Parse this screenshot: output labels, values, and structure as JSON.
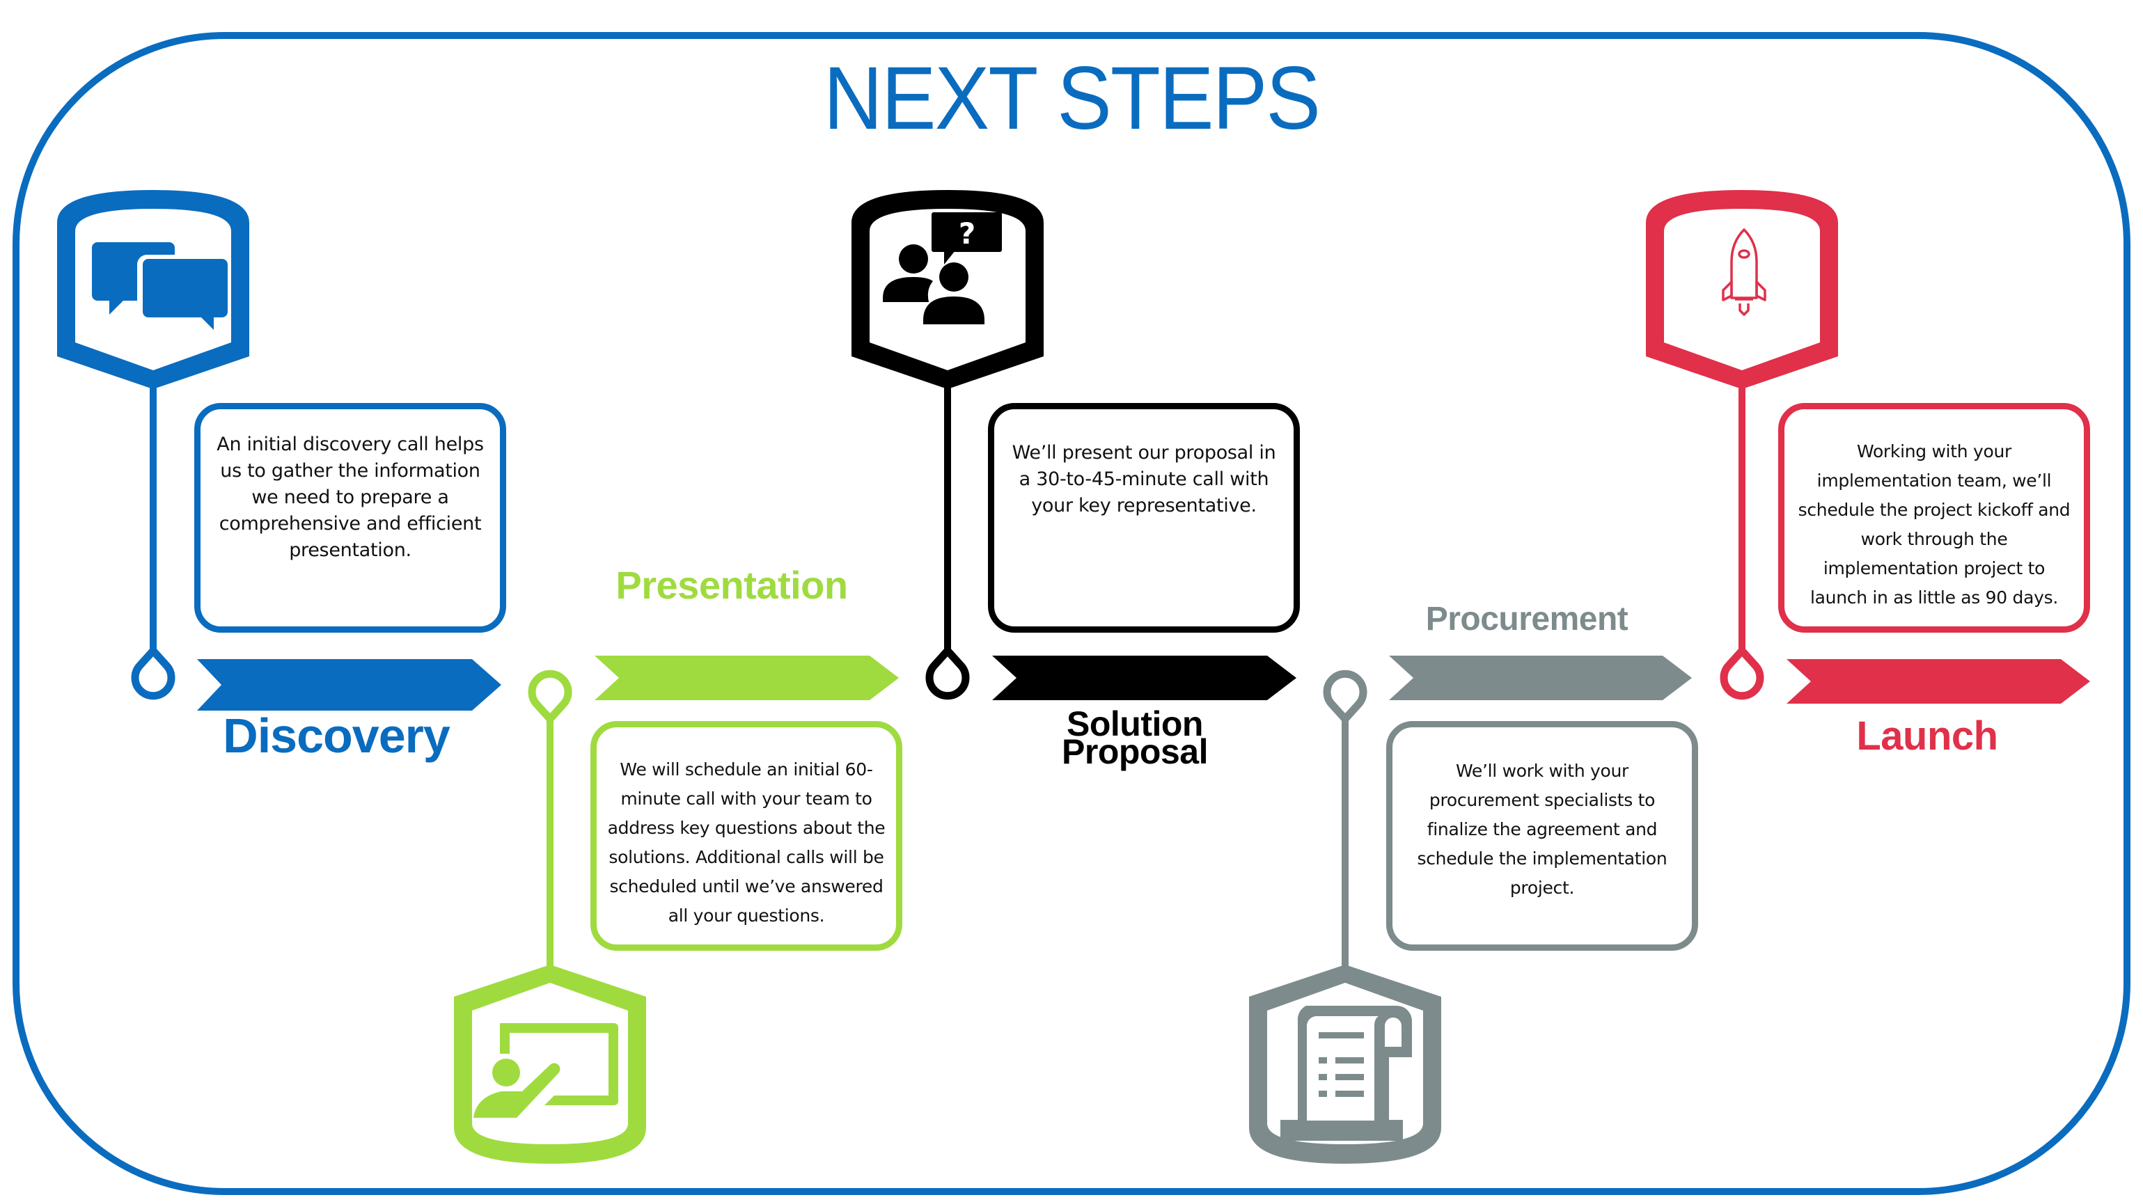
{
  "title": "NEXT STEPS",
  "colors": {
    "frame": "#0a6cbf",
    "discovery": "#0a6cbf",
    "presentation": "#9fdb3f",
    "solution_proposal": "#000000",
    "procurement": "#7d8b8c",
    "launch": "#e0304a",
    "body_text": "#111111"
  },
  "steps": [
    {
      "id": "discovery",
      "label": "Discovery",
      "icon": "chat-bubbles-icon",
      "description": "An initial discovery call helps us to gather the information we need to prepare a comprehensive and efficient presentation."
    },
    {
      "id": "presentation",
      "label": "Presentation",
      "icon": "presenter-whiteboard-icon",
      "description": "We will schedule an initial 60-minute call with your team to address key questions about the solutions.  Additional calls will be scheduled until we’ve answered all your questions."
    },
    {
      "id": "solution_proposal",
      "label": "Solution\nProposal",
      "icon": "people-question-icon",
      "description": "We’ll present our proposal in a 30-to-45-minute call with your key representative."
    },
    {
      "id": "procurement",
      "label": "Procurement",
      "icon": "document-scroll-icon",
      "description": "We’ll work with your procurement specialists to finalize the agreement and schedule the implementation project."
    },
    {
      "id": "launch",
      "label": "Launch",
      "icon": "rocket-icon",
      "description": "Working with your implementation team, we’ll schedule the project kickoff and work through the implementation project to launch in as little as 90 days."
    }
  ],
  "icon_glyphs": {
    "question_mark": "?"
  }
}
